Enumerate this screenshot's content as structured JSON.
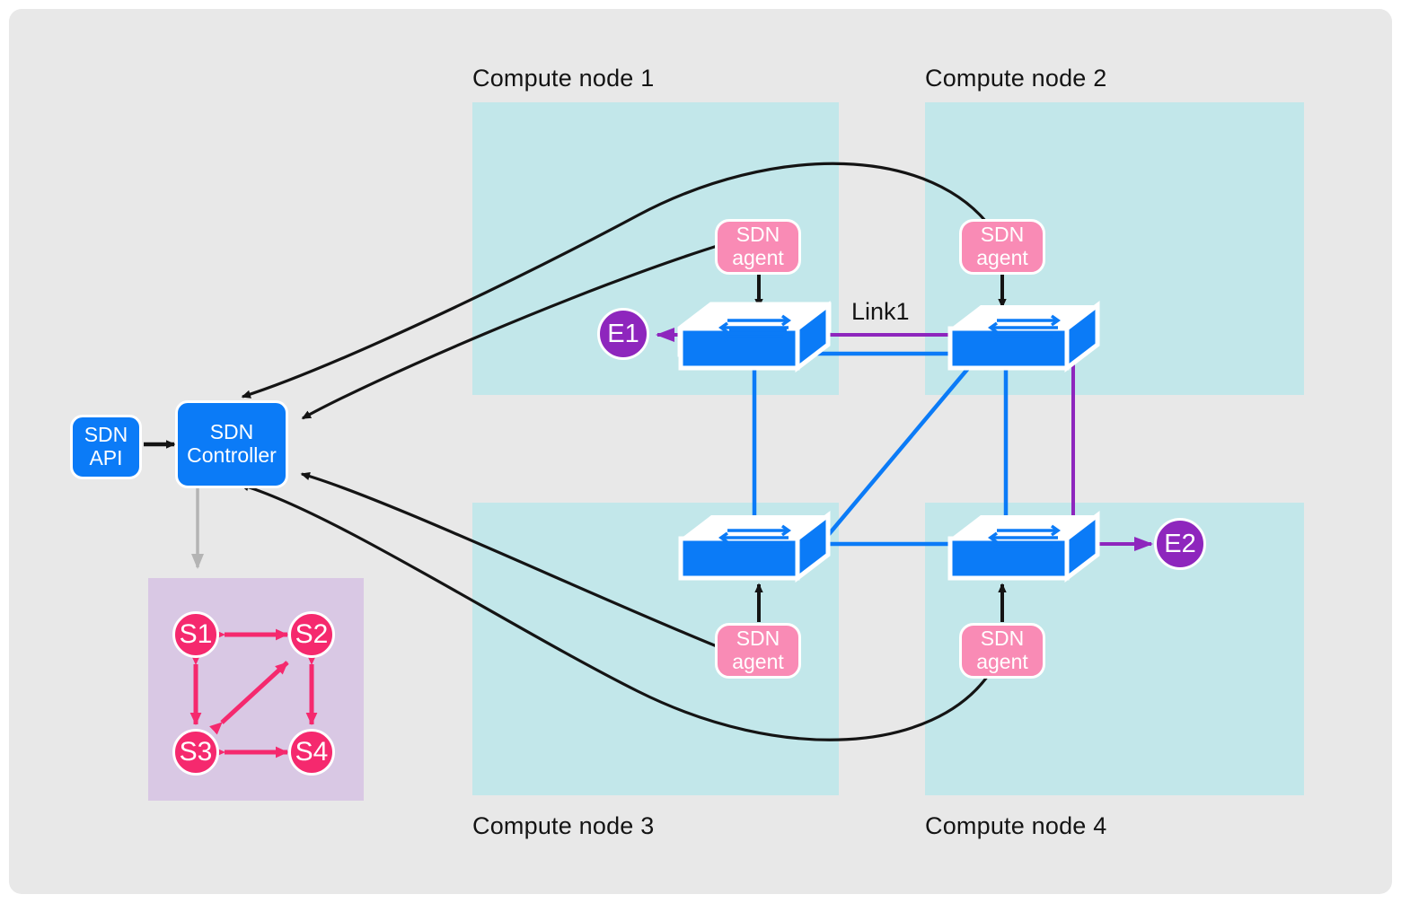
{
  "diagram": {
    "title_present": false,
    "background_color": "#e8e8e8",
    "panel_color": "#c2e7ea",
    "topology_box_color": "#d9c8e4",
    "accent_blue": "#0b7bf7",
    "accent_pink": "#f98bb5",
    "accent_magenta": "#f5296e",
    "accent_purple": "#8e26bd",
    "link_black": "#141414"
  },
  "compute_nodes": [
    {
      "id": "node1",
      "label": "Compute node 1",
      "label_position": "top"
    },
    {
      "id": "node2",
      "label": "Compute node 2",
      "label_position": "top"
    },
    {
      "id": "node3",
      "label": "Compute node 3",
      "label_position": "bottom"
    },
    {
      "id": "node4",
      "label": "Compute node 4",
      "label_position": "bottom"
    }
  ],
  "control_plane": {
    "api_label": "SDN\nAPI",
    "api_line1": "SDN",
    "api_line2": "API",
    "controller_line1": "SDN",
    "controller_line2": "Controller"
  },
  "agents": [
    {
      "id": "agent1",
      "line1": "SDN",
      "line2": "agent",
      "node": "node1"
    },
    {
      "id": "agent2",
      "line1": "SDN",
      "line2": "agent",
      "node": "node2"
    },
    {
      "id": "agent3",
      "line1": "SDN",
      "line2": "agent",
      "node": "node3"
    },
    {
      "id": "agent4",
      "line1": "SDN",
      "line2": "agent",
      "node": "node4"
    }
  ],
  "endpoints": [
    {
      "id": "e1",
      "label": "E1"
    },
    {
      "id": "e2",
      "label": "E2"
    }
  ],
  "links": [
    {
      "id": "link1",
      "label": "Link1"
    }
  ],
  "topology_graph": {
    "nodes": [
      {
        "id": "s1",
        "label": "S1"
      },
      {
        "id": "s2",
        "label": "S2"
      },
      {
        "id": "s3",
        "label": "S3"
      },
      {
        "id": "s4",
        "label": "S4"
      }
    ],
    "edges": [
      {
        "from": "S1",
        "to": "S2",
        "bidirectional": true
      },
      {
        "from": "S1",
        "to": "S3",
        "bidirectional": true
      },
      {
        "from": "S3",
        "to": "S2",
        "bidirectional": true
      },
      {
        "from": "S3",
        "to": "S4",
        "bidirectional": true
      },
      {
        "from": "S2",
        "to": "S4",
        "bidirectional": true
      }
    ]
  },
  "data_plane_links": [
    {
      "from": "switch1",
      "to": "switch2",
      "color": "#0b7bf7"
    },
    {
      "from": "switch1",
      "to": "switch3",
      "color": "#0b7bf7"
    },
    {
      "from": "switch2",
      "to": "switch3",
      "color": "#0b7bf7"
    },
    {
      "from": "switch2",
      "to": "switch4",
      "color": "#0b7bf7"
    },
    {
      "from": "switch3",
      "to": "switch4",
      "color": "#0b7bf7"
    }
  ],
  "traffic_path": {
    "color": "#8e26bd",
    "description_from": "E2",
    "description_to": "E1"
  }
}
